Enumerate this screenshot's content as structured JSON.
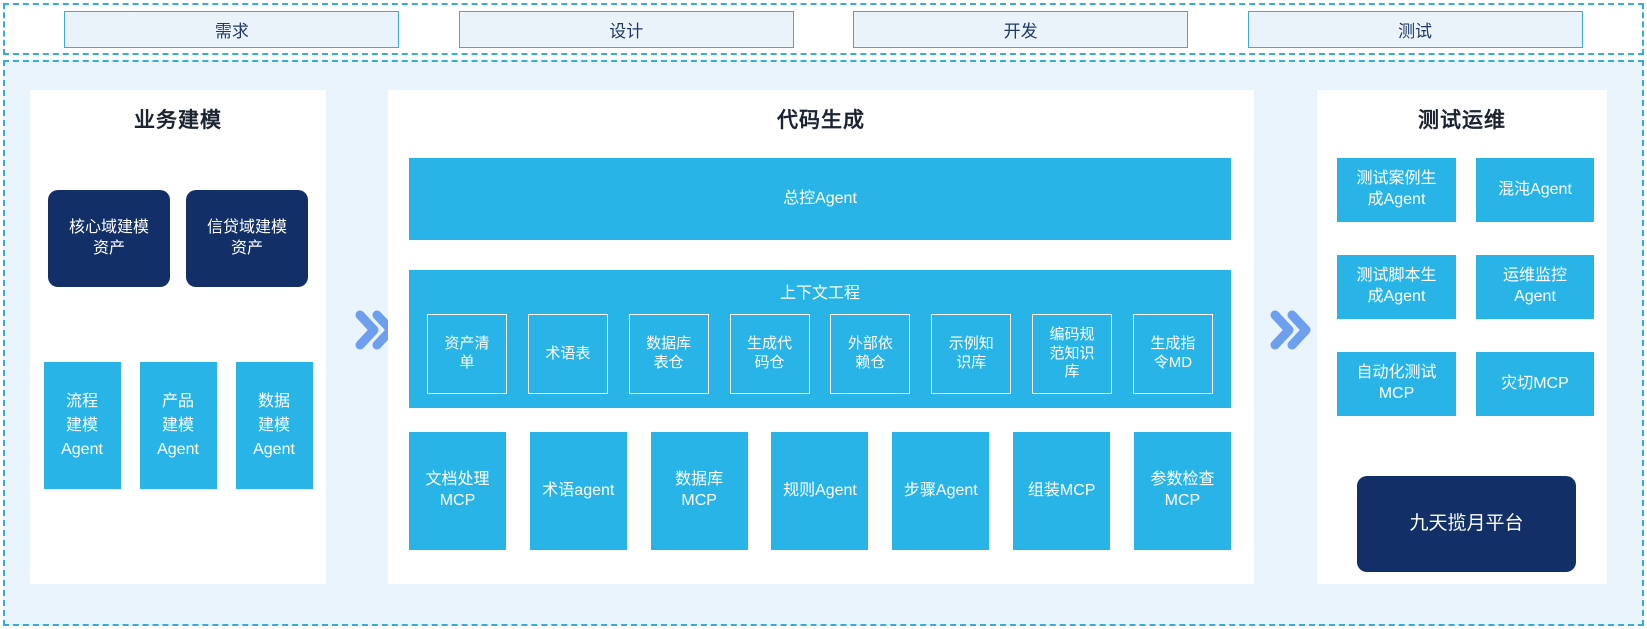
{
  "colors": {
    "accent_cyan": "#29b4e8",
    "accent_navy": "#122f68",
    "chevron_blue": "#6d9eef",
    "page_background": "#e9f4fc",
    "dashed_border": "#35acde",
    "phase_box_fill": "#eaf3fa",
    "phase_text": "#1f3864"
  },
  "phases": {
    "items": [
      {
        "label": "需求"
      },
      {
        "label": "设计"
      },
      {
        "label": "开发"
      },
      {
        "label": "测试"
      }
    ]
  },
  "business_modeling": {
    "title": "业务建模",
    "asset_boxes": [
      {
        "label": "核心域建模\n资产"
      },
      {
        "label": "信贷域建模\n资产"
      }
    ],
    "agent_boxes": [
      {
        "label": "流程\n建模\nAgent"
      },
      {
        "label": "产品\n建模\nAgent"
      },
      {
        "label": "数据\n建模\nAgent"
      }
    ]
  },
  "code_generation": {
    "title": "代码生成",
    "master_agent": "总控Agent",
    "context_engineering": {
      "title": "上下文工程",
      "items": [
        {
          "label": "资产清\n单"
        },
        {
          "label": "术语表"
        },
        {
          "label": "数据库\n表仓"
        },
        {
          "label": "生成代\n码仓"
        },
        {
          "label": "外部依\n赖仓"
        },
        {
          "label": "示例知\n识库"
        },
        {
          "label": "编码规\n范知识\n库"
        },
        {
          "label": "生成指\n令MD"
        }
      ]
    },
    "mcp_row": [
      {
        "label": "文档处理\nMCP"
      },
      {
        "label": "术语agent"
      },
      {
        "label": "数据库\nMCP"
      },
      {
        "label": "规则Agent"
      },
      {
        "label": "步骤Agent"
      },
      {
        "label": "组装MCP"
      },
      {
        "label": "参数检查\nMCP"
      }
    ]
  },
  "test_ops": {
    "title": "测试运维",
    "boxes": [
      {
        "label": "测试案例生\n成Agent"
      },
      {
        "label": "混沌Agent"
      },
      {
        "label": "测试脚本生\n成Agent"
      },
      {
        "label": "运维监控\nAgent"
      },
      {
        "label": "自动化测试\nMCP"
      },
      {
        "label": "灾切MCP"
      }
    ],
    "platform": {
      "label": "九天揽月平台"
    }
  }
}
